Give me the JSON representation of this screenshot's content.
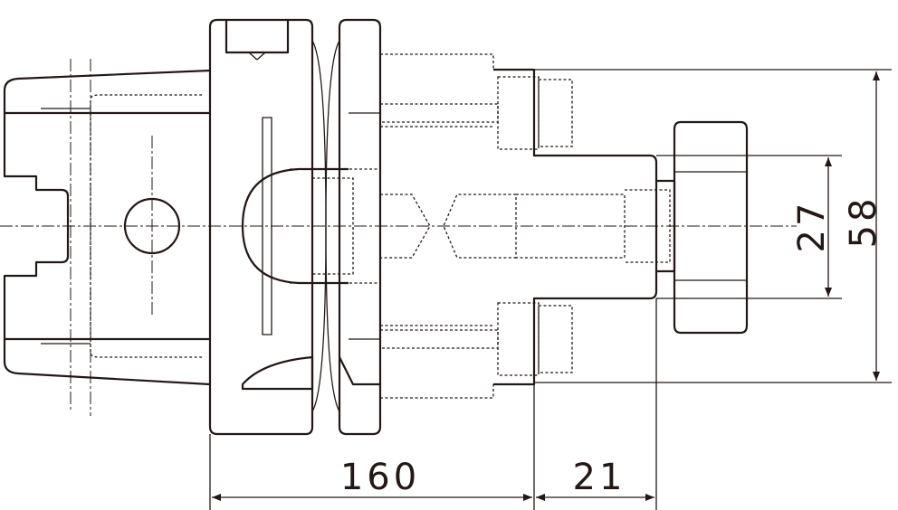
{
  "drawing": {
    "dimensions": {
      "length_flange_to_face": "160",
      "length_spigot": "21",
      "diameter_small": "27",
      "diameter_large": "58"
    },
    "colors": {
      "line": "#231815",
      "background": "#ffffff"
    }
  }
}
